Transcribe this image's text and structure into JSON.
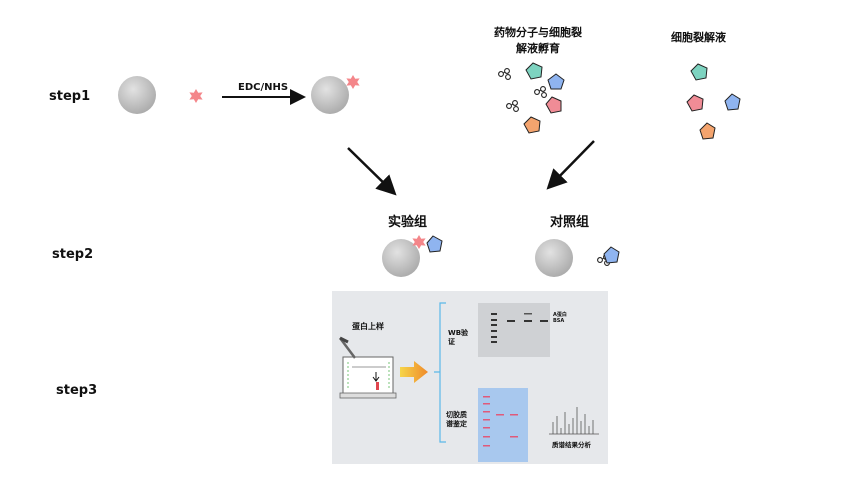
{
  "steps": {
    "step1": "step1",
    "step2": "step2",
    "step3": "step3"
  },
  "step1": {
    "reagent_label": "EDC/NHS",
    "incubation_label_line1": "药物分子与细胞裂",
    "incubation_label_line2": "解液孵育",
    "lysate_label": "细胞裂解液"
  },
  "step2": {
    "experimental_group": "实验组",
    "control_group": "对照组"
  },
  "step3": {
    "protein_loading_label": "蛋白上样",
    "wb_label_line1": "WB验",
    "wb_label_line2": "证",
    "gel_lane_label_1": "A蛋白",
    "gel_lane_label_2": "BSA",
    "excision_label_line1": "切胶质",
    "excision_label_line2": "谱鉴定",
    "ms_label": "质谱结果分析"
  },
  "colors": {
    "bead": "#c8c8c8",
    "drug": "#f4868a",
    "protein_teal": "#7dd3c0",
    "protein_blue": "#8fb4f0",
    "protein_pink": "#f08c96",
    "protein_orange": "#f4a46e",
    "panel_bg": "#e6e8eb",
    "gel_blue": "#a8c8ee"
  }
}
